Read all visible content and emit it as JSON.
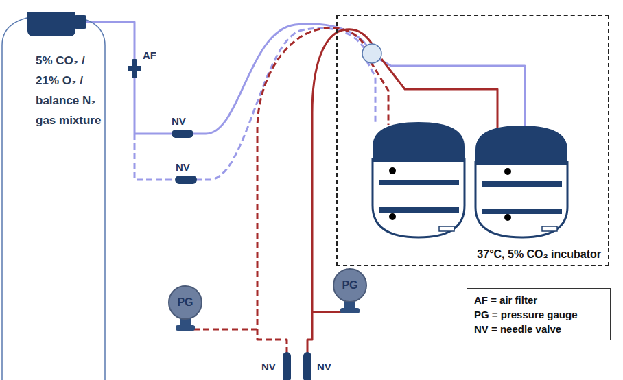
{
  "diagram": {
    "nodes": [
      {
        "text": [
          "5% CO₂ / 21% O₂ / balance N₂ gas mixture"
        ]
      },
      {
        "text": [
          "37°C, 5% CO₂ incubator"
        ]
      },
      {
        "text": [
          "PG"
        ]
      },
      {
        "text": [
          "PG"
        ]
      },
      {
        "text": [
          "AF = air filter",
          "PG = pressure gauge",
          "NV = needle valve"
        ]
      }
    ],
    "labels": [
      "AF",
      "NV",
      "NV",
      "NV",
      "NV"
    ]
  }
}
